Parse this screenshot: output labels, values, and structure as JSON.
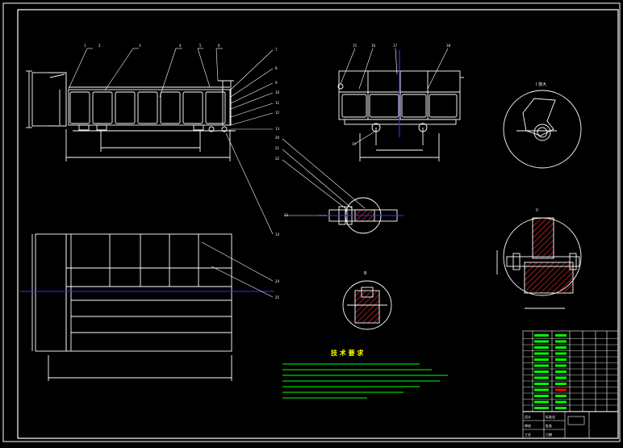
{
  "drawing": {
    "frame_color": "#ffffff",
    "line_color": "#ffffff",
    "center_line_color": "#3030ff",
    "hatch_color": "#ff3030",
    "note_color": "#00ff00",
    "title_color": "#ffff00",
    "highlight_color": "#ff0000"
  },
  "tech_requirements": {
    "title": "技 术 要 求"
  },
  "title_block": {
    "cells": [
      "设计",
      "审核",
      "工艺",
      "标准化",
      "批准",
      "日期"
    ]
  }
}
